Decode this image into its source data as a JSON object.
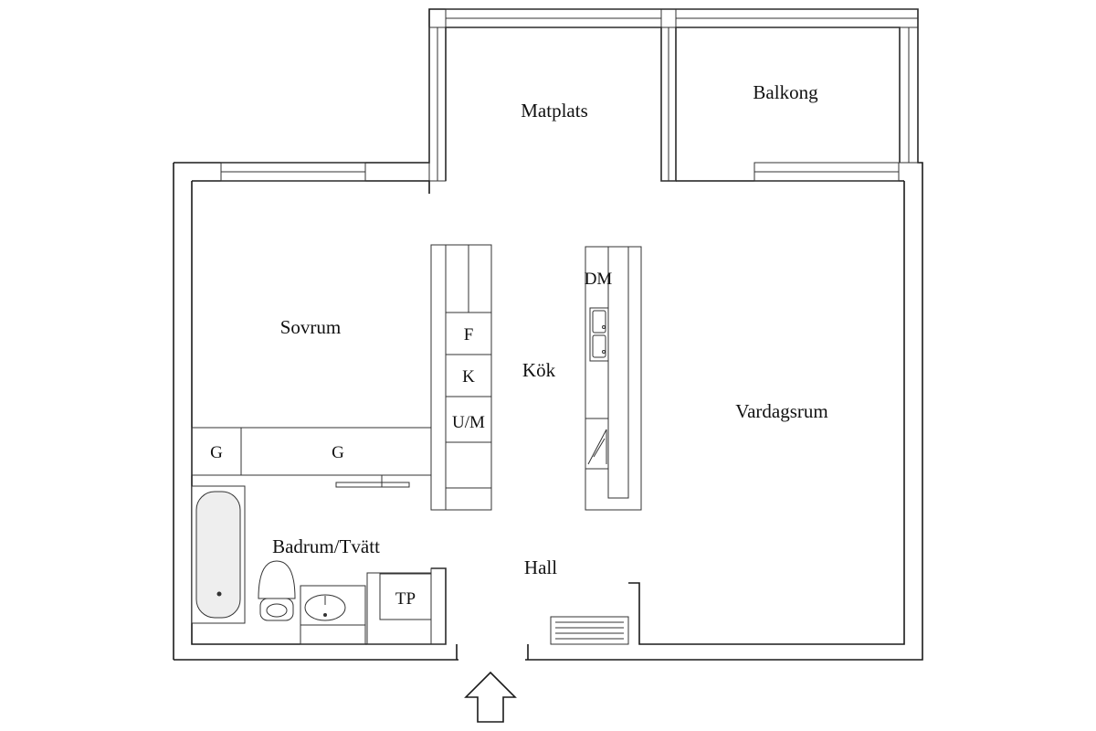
{
  "rooms": {
    "matplats": "Matplats",
    "balkong": "Balkong",
    "sovrum": "Sovrum",
    "kok": "Kök",
    "vardagsrum": "Vardagsrum",
    "badrum": "Badrum/Tvätt",
    "hall": "Hall"
  },
  "fixtures": {
    "garderob_small": "G",
    "garderob_large": "G",
    "frys": "F",
    "kyl": "K",
    "ugn_mikro": "U/M",
    "diskmaskin": "DM",
    "torktumlare": "TP"
  },
  "icons": {
    "entrance": "entrance-arrow-icon"
  }
}
